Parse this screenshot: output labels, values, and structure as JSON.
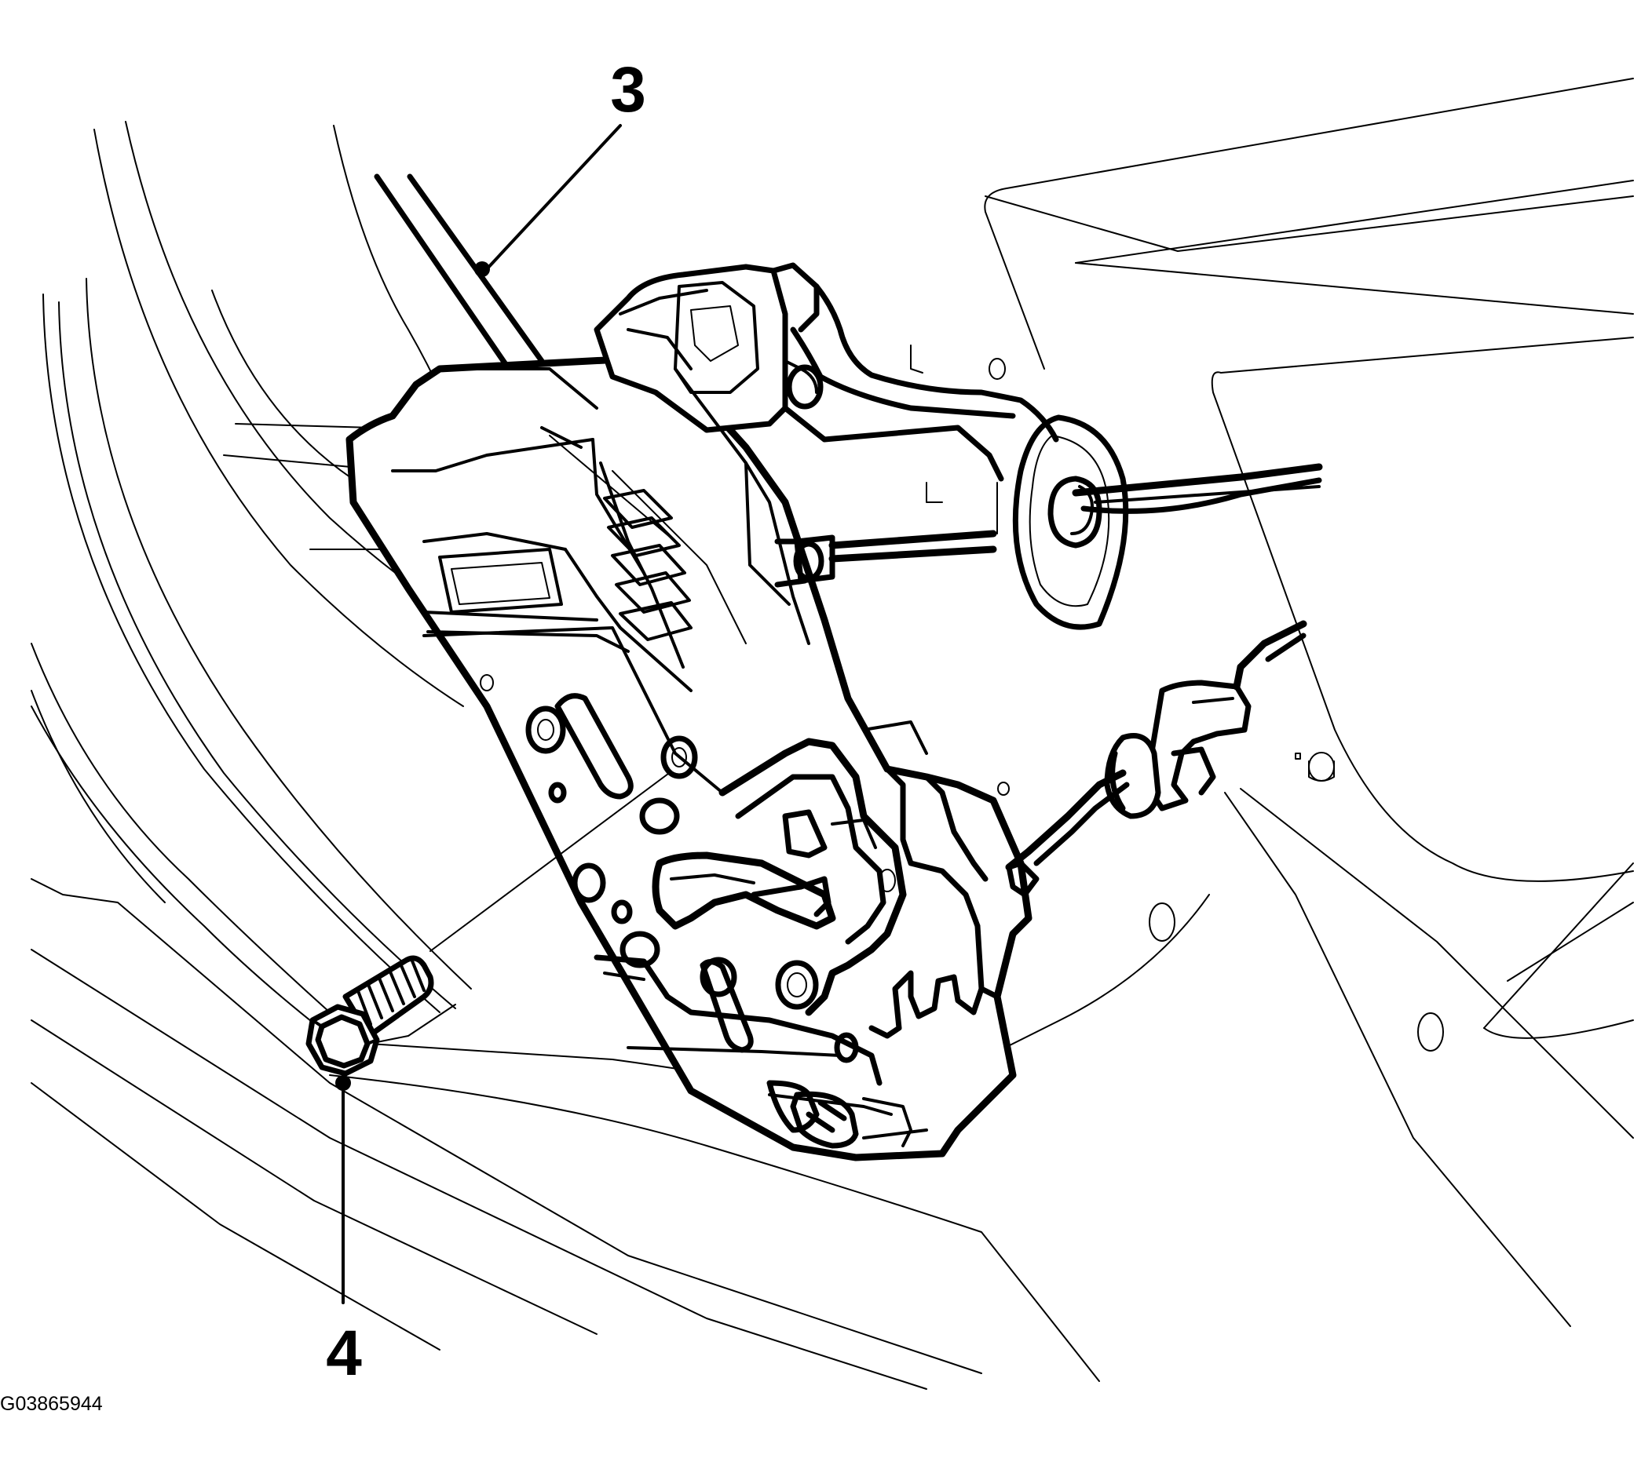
{
  "callouts": [
    {
      "label": "3"
    },
    {
      "label": "4"
    }
  ],
  "figure_id": "G03865944",
  "icons": [
    "door-latch-illustration",
    "bolt-icon",
    "cable-icon"
  ],
  "colors": {
    "line": "#000000",
    "background": "#ffffff"
  }
}
